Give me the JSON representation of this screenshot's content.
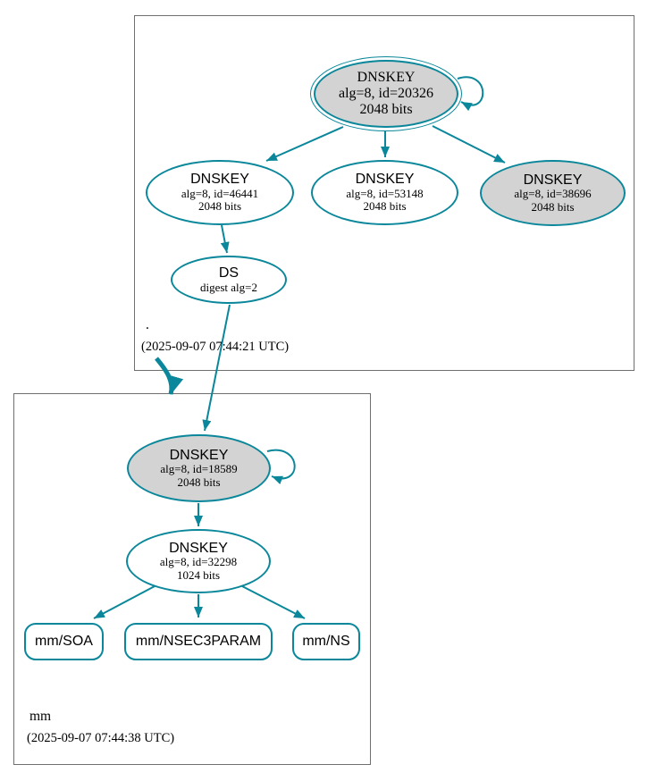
{
  "colors": {
    "edge_teal": "#0a879a",
    "ksk_fill_gray": "#d3d3d3",
    "node_fill_white": "#ffffff",
    "cluster_border_gray": "#6f6f6f"
  },
  "root_zone": {
    "label": ".",
    "timestamp": "(2025-09-07 07:44:21 UTC)",
    "nodes": {
      "ksk_20326": {
        "title": "DNSKEY",
        "detail1": "alg=8, id=20326",
        "detail2": "2048 bits"
      },
      "zsk_46441": {
        "title": "DNSKEY",
        "detail1": "alg=8, id=46441",
        "detail2": "2048 bits"
      },
      "zsk_53148": {
        "title": "DNSKEY",
        "detail1": "alg=8, id=53148",
        "detail2": "2048 bits"
      },
      "ksk_38696": {
        "title": "DNSKEY",
        "detail1": "alg=8, id=38696",
        "detail2": "2048 bits"
      },
      "ds": {
        "title": "DS",
        "detail1": "digest alg=2"
      }
    }
  },
  "mm_zone": {
    "label": "mm",
    "timestamp": "(2025-09-07 07:44:38 UTC)",
    "nodes": {
      "ksk_18589": {
        "title": "DNSKEY",
        "detail1": "alg=8, id=18589",
        "detail2": "2048 bits"
      },
      "zsk_32298": {
        "title": "DNSKEY",
        "detail1": "alg=8, id=32298",
        "detail2": "1024 bits"
      }
    },
    "rrsets": [
      {
        "label": "mm/SOA"
      },
      {
        "label": "mm/NSEC3PARAM"
      },
      {
        "label": "mm/NS"
      }
    ]
  }
}
